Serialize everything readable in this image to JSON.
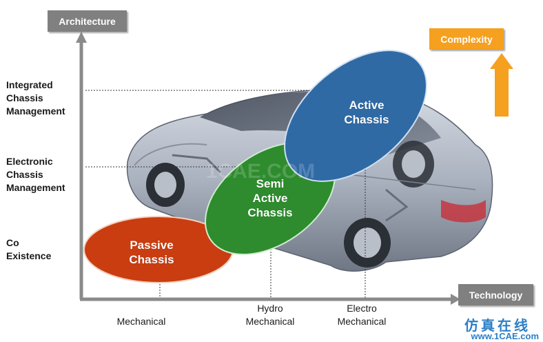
{
  "axes": {
    "y_title": "Architecture",
    "x_title": "Technology",
    "complexity": "Complexity"
  },
  "y_levels": [
    {
      "label": "Integrated\nChassis\nManagement"
    },
    {
      "label": "Electronic\nChassis\nManagement"
    },
    {
      "label": "Co\nExistence"
    }
  ],
  "x_levels": [
    {
      "label": "Mechanical"
    },
    {
      "label": "Hydro\nMechanical"
    },
    {
      "label": "Electro\nMechanical"
    }
  ],
  "stages": [
    {
      "label": "Passive\nChassis",
      "color": "#c93d10"
    },
    {
      "label": "Semi\nActive\nChassis",
      "color": "#2e8b2e"
    },
    {
      "label": "Active\nChassis",
      "color": "#2f6aa5"
    }
  ],
  "colors": {
    "axis_label_box": "#808080",
    "complexity": "#f5a01f"
  },
  "watermark": {
    "background_text": "1CAE.COM",
    "site_cn": "仿真在线",
    "site_url": "www.1CAE.com"
  }
}
